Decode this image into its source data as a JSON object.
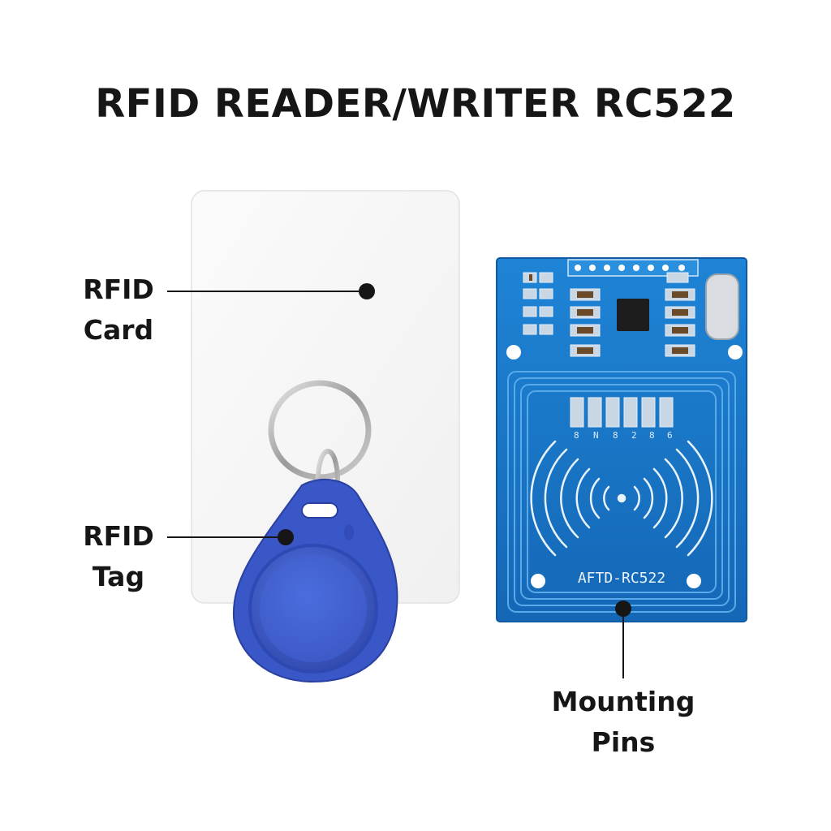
{
  "title": "RFID READER/WRITER RC522",
  "labels": {
    "card": {
      "line1": "RFID",
      "line2": "Card"
    },
    "tag": {
      "line1": "RFID",
      "line2": "Tag"
    },
    "mounting": {
      "line1": "Mounting",
      "line2": "Pins"
    }
  },
  "board": {
    "silkscreen": "AFTD-RC522",
    "pin_labels": [
      "8",
      "N",
      "8",
      "2",
      "8",
      "6"
    ],
    "color": "#1a78c8"
  },
  "tag_color": "#3d5fd0",
  "icons": [
    "rfid-card",
    "rfid-keyfob-tag",
    "rc522-reader-board",
    "wireless-signal-icon"
  ]
}
